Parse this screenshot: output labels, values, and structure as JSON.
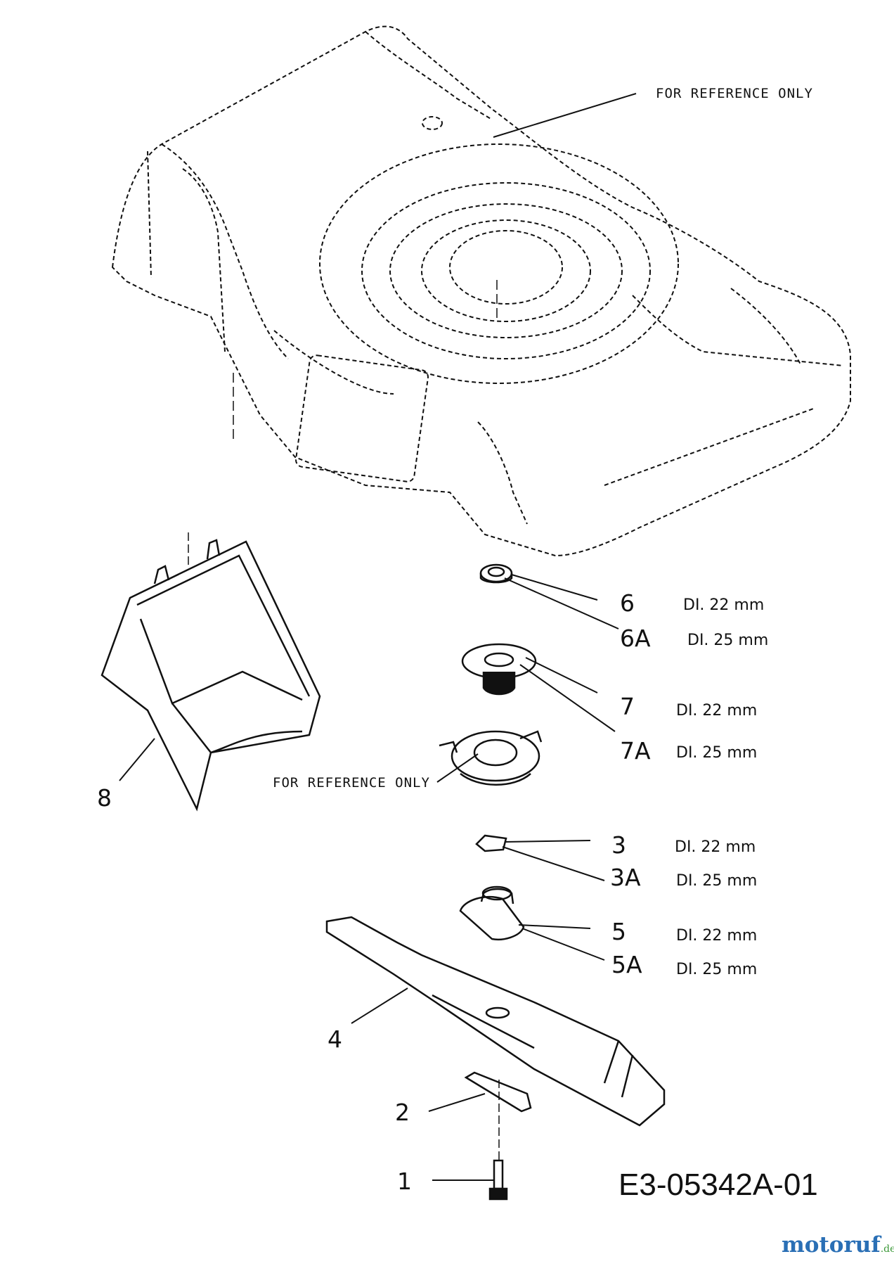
{
  "notes": {
    "top": "FOR REFERENCE ONLY",
    "mid": "FOR REFERENCE ONLY"
  },
  "callouts": [
    {
      "id": "6",
      "label": "6",
      "dim": "DI. 22 mm"
    },
    {
      "id": "6A",
      "label": "6A",
      "dim": "DI. 25 mm"
    },
    {
      "id": "7",
      "label": "7",
      "dim": "DI. 22 mm"
    },
    {
      "id": "7A",
      "label": "7A",
      "dim": "DI. 25 mm"
    },
    {
      "id": "3",
      "label": "3",
      "dim": "DI. 22 mm"
    },
    {
      "id": "3A",
      "label": "3A",
      "dim": "DI. 25 mm"
    },
    {
      "id": "5",
      "label": "5",
      "dim": "DI. 22 mm"
    },
    {
      "id": "5A",
      "label": "5A",
      "dim": "DI. 25 mm"
    },
    {
      "id": "8",
      "label": "8"
    },
    {
      "id": "4",
      "label": "4"
    },
    {
      "id": "2",
      "label": "2"
    },
    {
      "id": "1",
      "label": "1"
    }
  ],
  "part_code": "E3-05342A-01",
  "watermark": {
    "text": "motoruf",
    "suffix": ".de",
    "color_main": "#2a6fb5",
    "color_accent": "#3d9a3a"
  }
}
